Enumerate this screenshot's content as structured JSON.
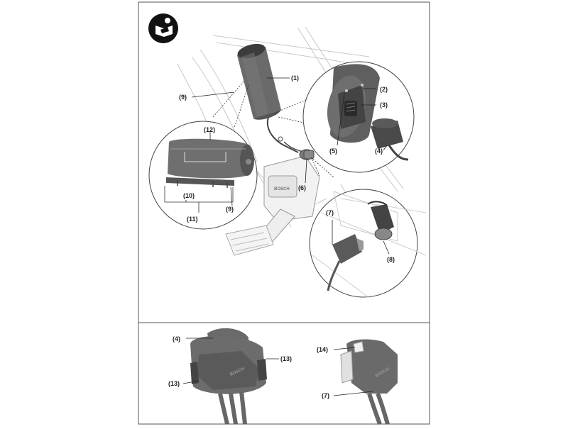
{
  "icon": "read-manual-icon",
  "colors": {
    "frame": "#555555",
    "line_art": "#bbbbbb",
    "part_dark": "#6a6a6a",
    "part_mid": "#8c8c8c",
    "part_light": "#cfcfcf"
  },
  "labels": {
    "l1": "(1)",
    "l2": "(2)",
    "l3": "(3)",
    "l4": "(4)",
    "l5": "(5)",
    "l6": "(6)",
    "l7": "(7)",
    "l8": "(8)",
    "l9a": "(9)",
    "l9b": "(9)",
    "l10": "(10)",
    "l11": "(11)",
    "l12": "(12)",
    "b4": "(4)",
    "b13a": "(13)",
    "b13b": "(13)",
    "b14": "(14)",
    "b7": "(7)"
  }
}
